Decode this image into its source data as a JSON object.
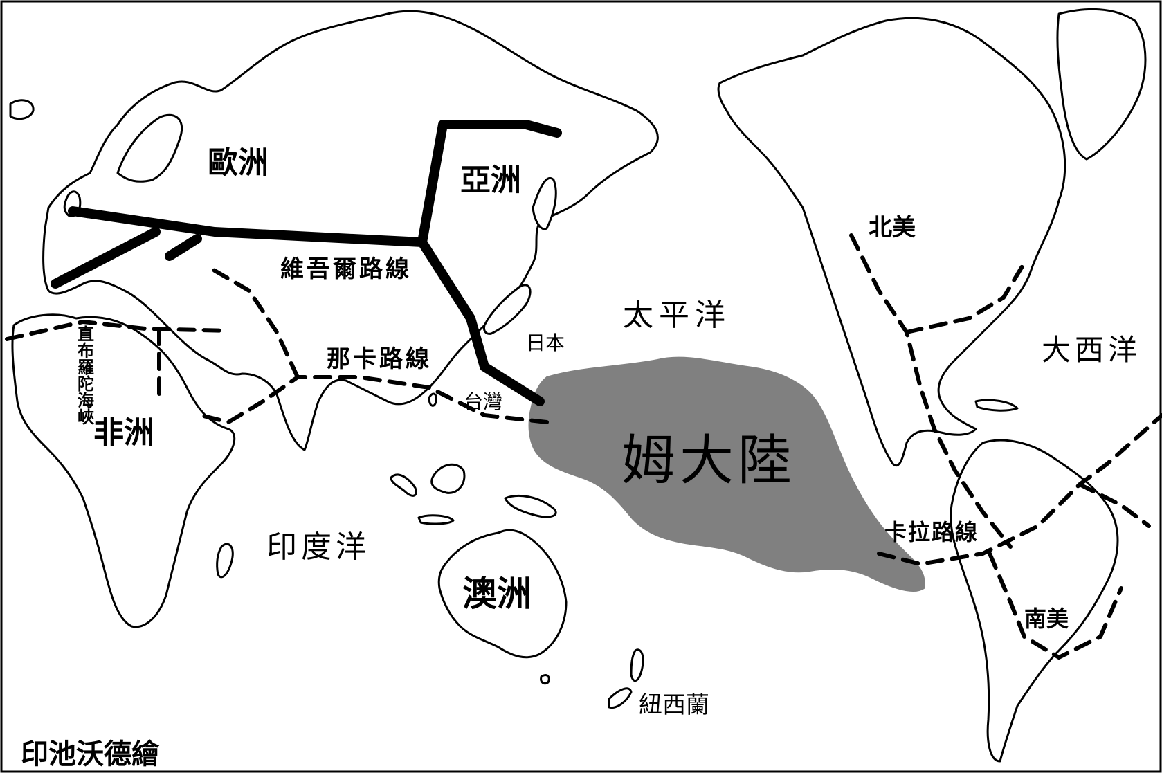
{
  "map": {
    "labels": {
      "europe": "歐洲",
      "asia": "亞洲",
      "africa": "非洲",
      "north_america": "北美",
      "south_america": "南美",
      "australia": "澳洲",
      "new_zealand": "紐西蘭",
      "japan": "日本",
      "taiwan": "台灣",
      "pacific": "太平洋",
      "atlantic": "大西洋",
      "indian": "印度洋",
      "mu": "姆大陸",
      "gibraltar": "直布羅陀海峽",
      "route_uighur": "維吾爾路線",
      "route_naga": "那卡路線",
      "route_kara": "卡拉路線",
      "credit": "印池沃德繪"
    },
    "colors": {
      "land_fill": "#ffffff",
      "coast": "#000000",
      "mu_fill": "#808080",
      "mu_text": "#ffffff",
      "route": "#000000"
    }
  }
}
